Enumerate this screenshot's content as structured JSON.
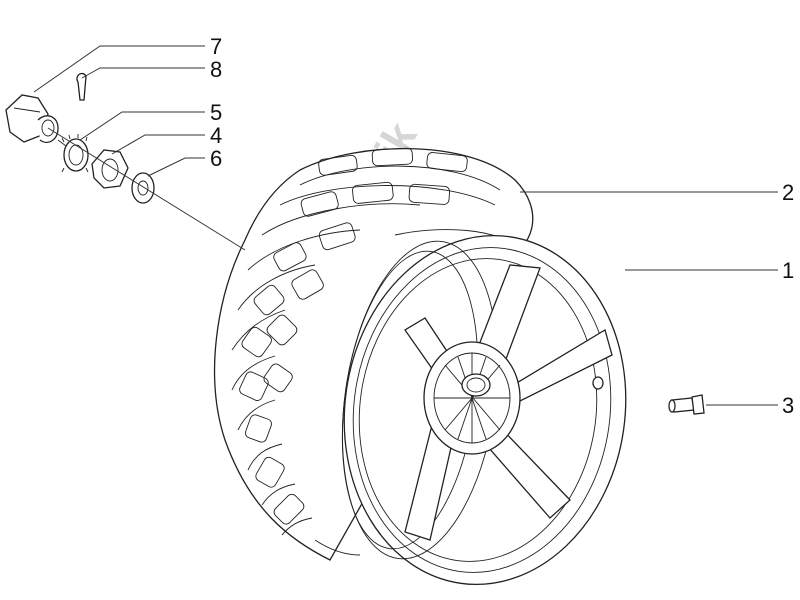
{
  "watermark": "PartsRepublik",
  "callouts": [
    {
      "id": "7",
      "label": "7"
    },
    {
      "id": "8",
      "label": "8"
    },
    {
      "id": "5",
      "label": "5"
    },
    {
      "id": "4",
      "label": "4"
    },
    {
      "id": "6",
      "label": "6"
    },
    {
      "id": "2",
      "label": "2"
    },
    {
      "id": "1",
      "label": "1"
    },
    {
      "id": "3",
      "label": "3"
    }
  ]
}
